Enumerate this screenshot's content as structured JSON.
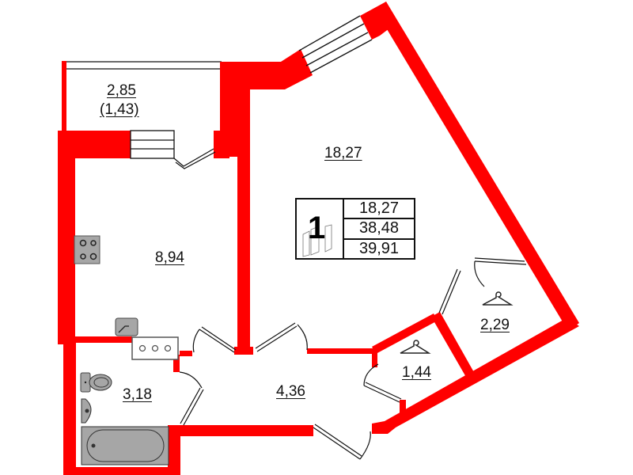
{
  "floor_plan": {
    "title": "1-room apartment floor plan",
    "wall_color": "#ff0000",
    "fixture_color": "#a6a6a6",
    "rooms": [
      {
        "id": "balcony",
        "area": "2,85",
        "sub_area": "(1,43)"
      },
      {
        "id": "living-room",
        "area": "18,27"
      },
      {
        "id": "kitchen",
        "area": "8,94"
      },
      {
        "id": "bathroom",
        "area": "3,18"
      },
      {
        "id": "hallway",
        "area": "4,36"
      },
      {
        "id": "wardrobe-small",
        "area": "1,44"
      },
      {
        "id": "wardrobe-large",
        "area": "2,29"
      }
    ],
    "summary": {
      "room_count": "1",
      "living_area": "18,27",
      "total_area": "38,48",
      "total_area_with_balcony": "39,91"
    },
    "icons": [
      "stove-icon",
      "kitchen-sink-icon",
      "toilet-icon",
      "washbasin-icon",
      "bathtub-icon",
      "hanger-icon",
      "hanger-icon",
      "meter-panel-icon",
      "room-count-door-icon"
    ]
  }
}
